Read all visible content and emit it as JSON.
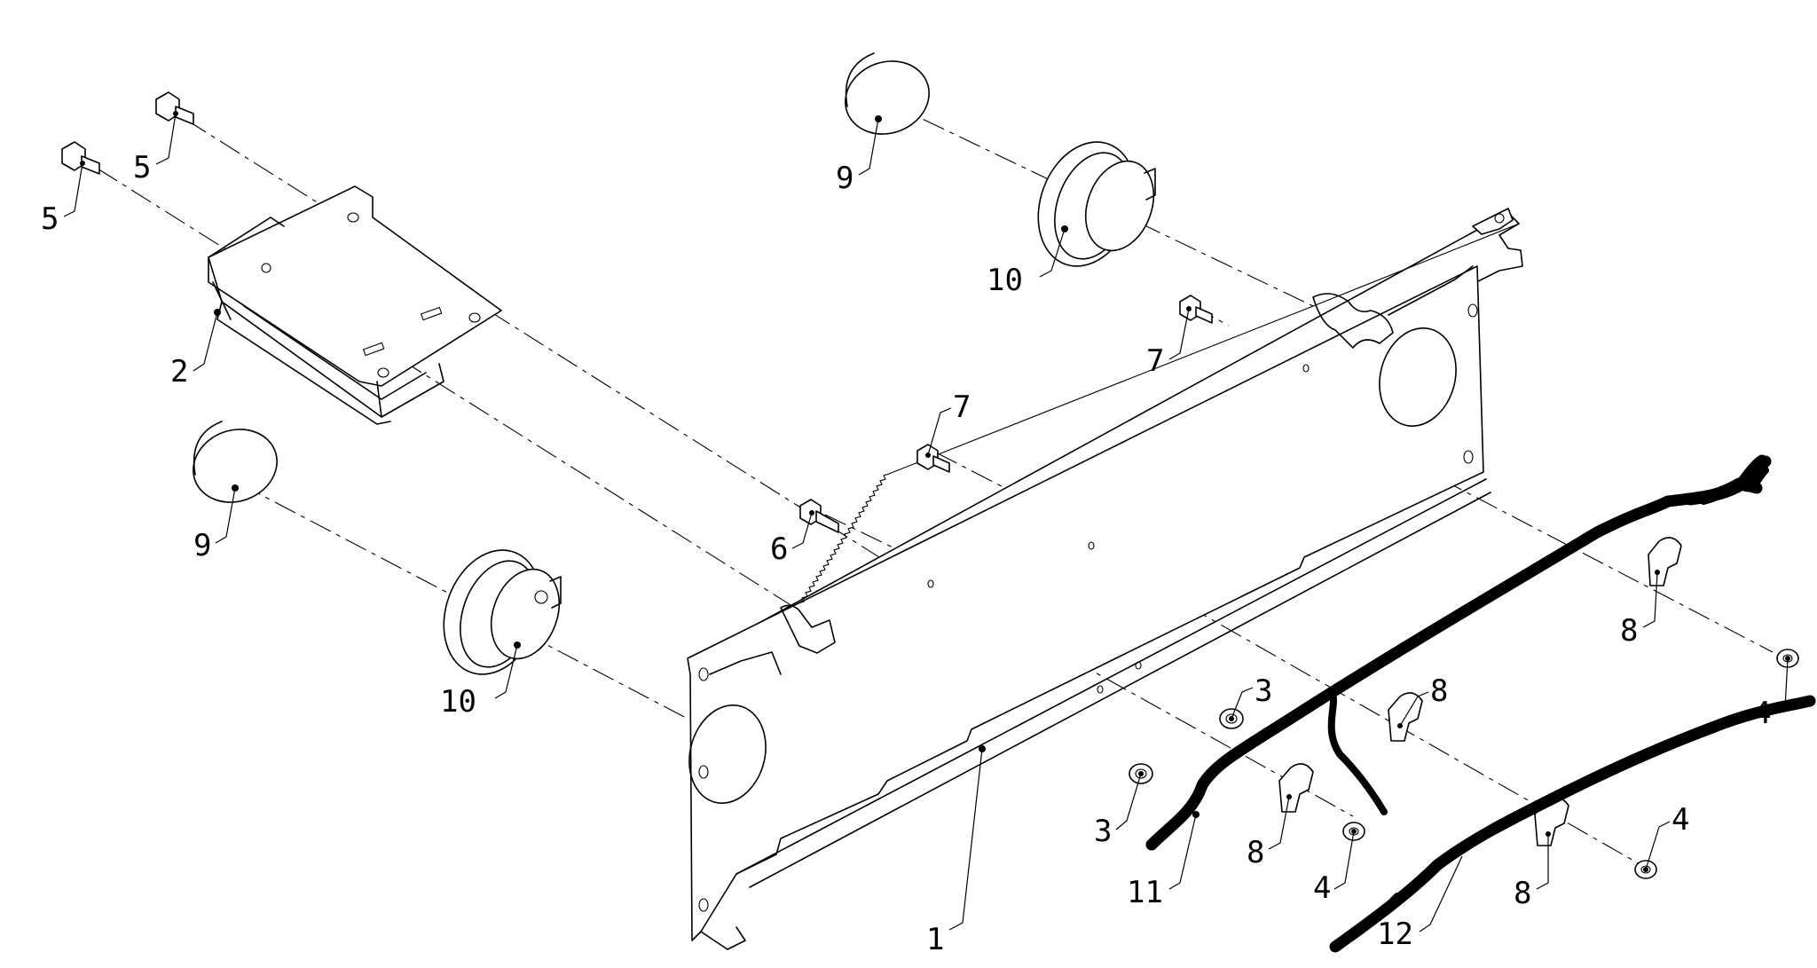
{
  "callouts": [
    {
      "id": "c1",
      "label": "1"
    },
    {
      "id": "c2",
      "label": "2"
    },
    {
      "id": "c3a",
      "label": "3"
    },
    {
      "id": "c3b",
      "label": "3"
    },
    {
      "id": "c4a",
      "label": "4"
    },
    {
      "id": "c4b",
      "label": "4"
    },
    {
      "id": "c4c",
      "label": "4"
    },
    {
      "id": "c5a",
      "label": "5"
    },
    {
      "id": "c5b",
      "label": "5"
    },
    {
      "id": "c6",
      "label": "6"
    },
    {
      "id": "c7a",
      "label": "7"
    },
    {
      "id": "c7b",
      "label": "7"
    },
    {
      "id": "c8a",
      "label": "8"
    },
    {
      "id": "c8b",
      "label": "8"
    },
    {
      "id": "c8c",
      "label": "8"
    },
    {
      "id": "c8d",
      "label": "8"
    },
    {
      "id": "c9a",
      "label": "9"
    },
    {
      "id": "c9b",
      "label": "9"
    },
    {
      "id": "c10a",
      "label": "10"
    },
    {
      "id": "c10b",
      "label": "10"
    },
    {
      "id": "c11",
      "label": "11"
    },
    {
      "id": "c12",
      "label": "12"
    }
  ],
  "colors": {
    "line": "#000000",
    "background": "#ffffff"
  }
}
